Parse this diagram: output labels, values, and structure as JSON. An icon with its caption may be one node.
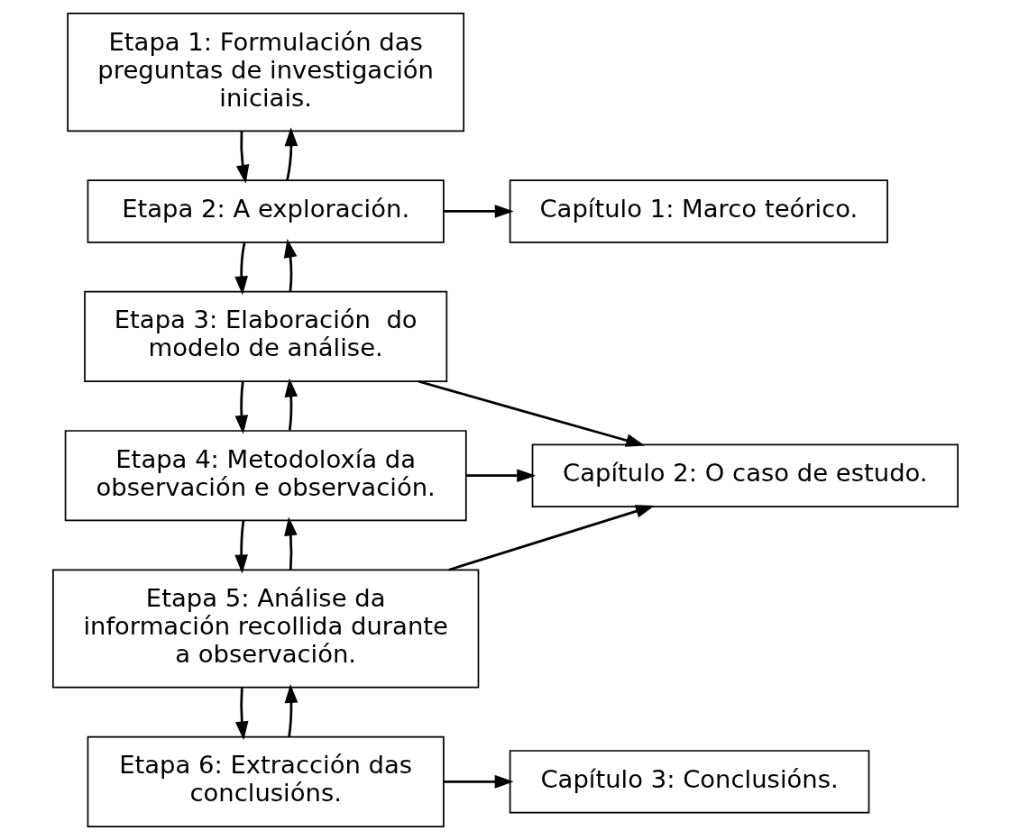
{
  "diagram": {
    "nodes": [
      {
        "text": [
          "Etapa 1: Formulación das preguntas de investigación iniciais."
        ]
      },
      {
        "text": [
          "Etapa 2: A exploración."
        ]
      },
      {
        "text": [
          "Capítulo 1: Marco teórico."
        ]
      },
      {
        "text": [
          "Etapa 3: Elaboración  do modelo de análise."
        ]
      },
      {
        "text": [
          "Etapa 4: Metodoloxía da observación e observación."
        ]
      },
      {
        "text": [
          "Capítulo 2: O caso de estudo."
        ]
      },
      {
        "text": [
          "Etapa 5: Análise da información recollida durante a observación."
        ]
      },
      {
        "text": [
          "Etapa 6: Extracción das conclusións."
        ]
      },
      {
        "text": [
          "Capítulo 3: Conclusións."
        ]
      }
    ],
    "edges": [
      {
        "from": 0,
        "to": 1,
        "arrow": "to"
      },
      {
        "from": 1,
        "to": 0,
        "arrow": "to"
      },
      {
        "from": 1,
        "to": 2,
        "arrow": "to"
      },
      {
        "from": 1,
        "to": 3,
        "arrow": "to"
      },
      {
        "from": 3,
        "to": 1,
        "arrow": "to"
      },
      {
        "from": 3,
        "to": 5,
        "arrow": "to"
      },
      {
        "from": 3,
        "to": 4,
        "arrow": "to"
      },
      {
        "from": 4,
        "to": 3,
        "arrow": "to"
      },
      {
        "from": 4,
        "to": 5,
        "arrow": "to"
      },
      {
        "from": 4,
        "to": 6,
        "arrow": "to"
      },
      {
        "from": 6,
        "to": 4,
        "arrow": "to"
      },
      {
        "from": 6,
        "to": 5,
        "arrow": "to"
      },
      {
        "from": 6,
        "to": 7,
        "arrow": "to"
      },
      {
        "from": 7,
        "to": 6,
        "arrow": "to"
      },
      {
        "from": 7,
        "to": 8,
        "arrow": "to"
      }
    ]
  }
}
